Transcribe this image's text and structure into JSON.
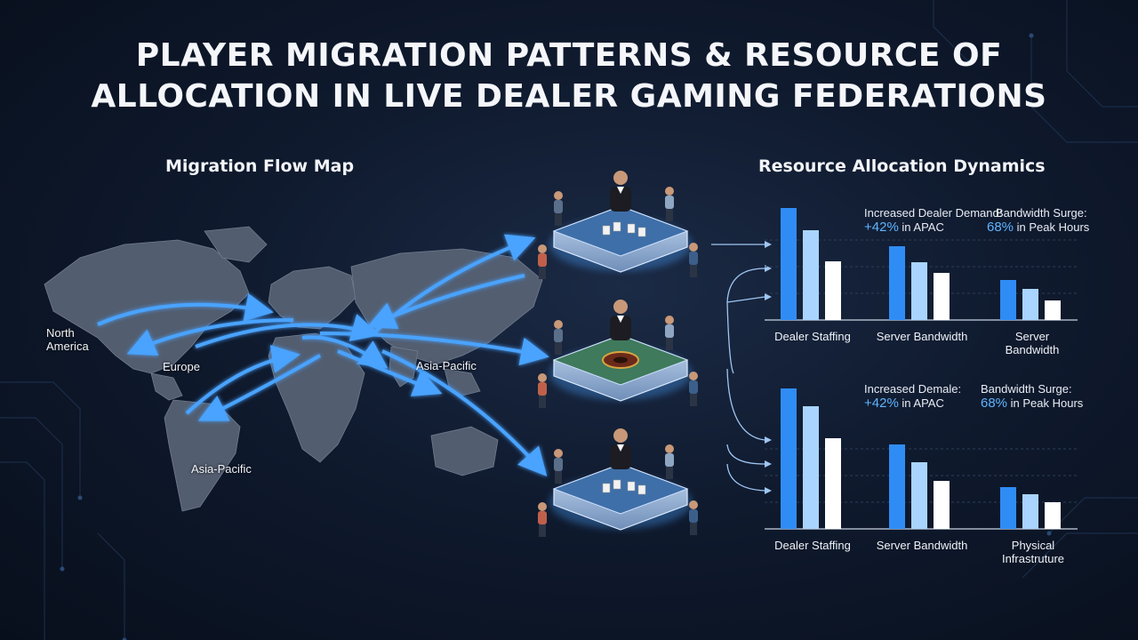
{
  "title_line1": "PLAYER MIGRATION PATTERNS & RESOURCE OF",
  "title_line2": "ALLOCATION IN LIVE DEALER GAMING FEDERATIONS",
  "map": {
    "title": "Migration Flow Map",
    "regions": [
      "North America",
      "Europe",
      "Asia-Pacific",
      "Asia-Pacific"
    ]
  },
  "resources": {
    "title": "Resource Allocation Dynamics",
    "charts": [
      {
        "annotation_left": {
          "label": "Increased Dealer Demand:",
          "value": "+42%",
          "suffix": "in APAC"
        },
        "annotation_right": {
          "label": "Bandwidth Surge:",
          "value": "68%",
          "suffix": "in Peak Hours"
        },
        "categories": [
          "Dealer Staffing",
          "Server Bandwidth",
          "Server Bandwidth"
        ],
        "colors": [
          "#2f8cf5",
          "#a8d4ff",
          "#ffffff"
        ]
      },
      {
        "annotation_left": {
          "label": "Increased Demale:",
          "value": "+42%",
          "suffix": "in APAC"
        },
        "annotation_right": {
          "label": "Bandwidth Surge:",
          "value": "68%",
          "suffix": "in Peak Hours"
        },
        "categories": [
          "Dealer Staffing",
          "Server Bandwidth",
          "Physical Infrastruture"
        ],
        "colors": [
          "#2f8cf5",
          "#a8d4ff",
          "#ffffff"
        ]
      }
    ]
  },
  "tables": [
    {
      "type": "blackjack",
      "felt": "#3f6fa8"
    },
    {
      "type": "roulette",
      "felt": "#3f7a5c"
    },
    {
      "type": "blackjack",
      "felt": "#3f6fa8"
    }
  ]
}
